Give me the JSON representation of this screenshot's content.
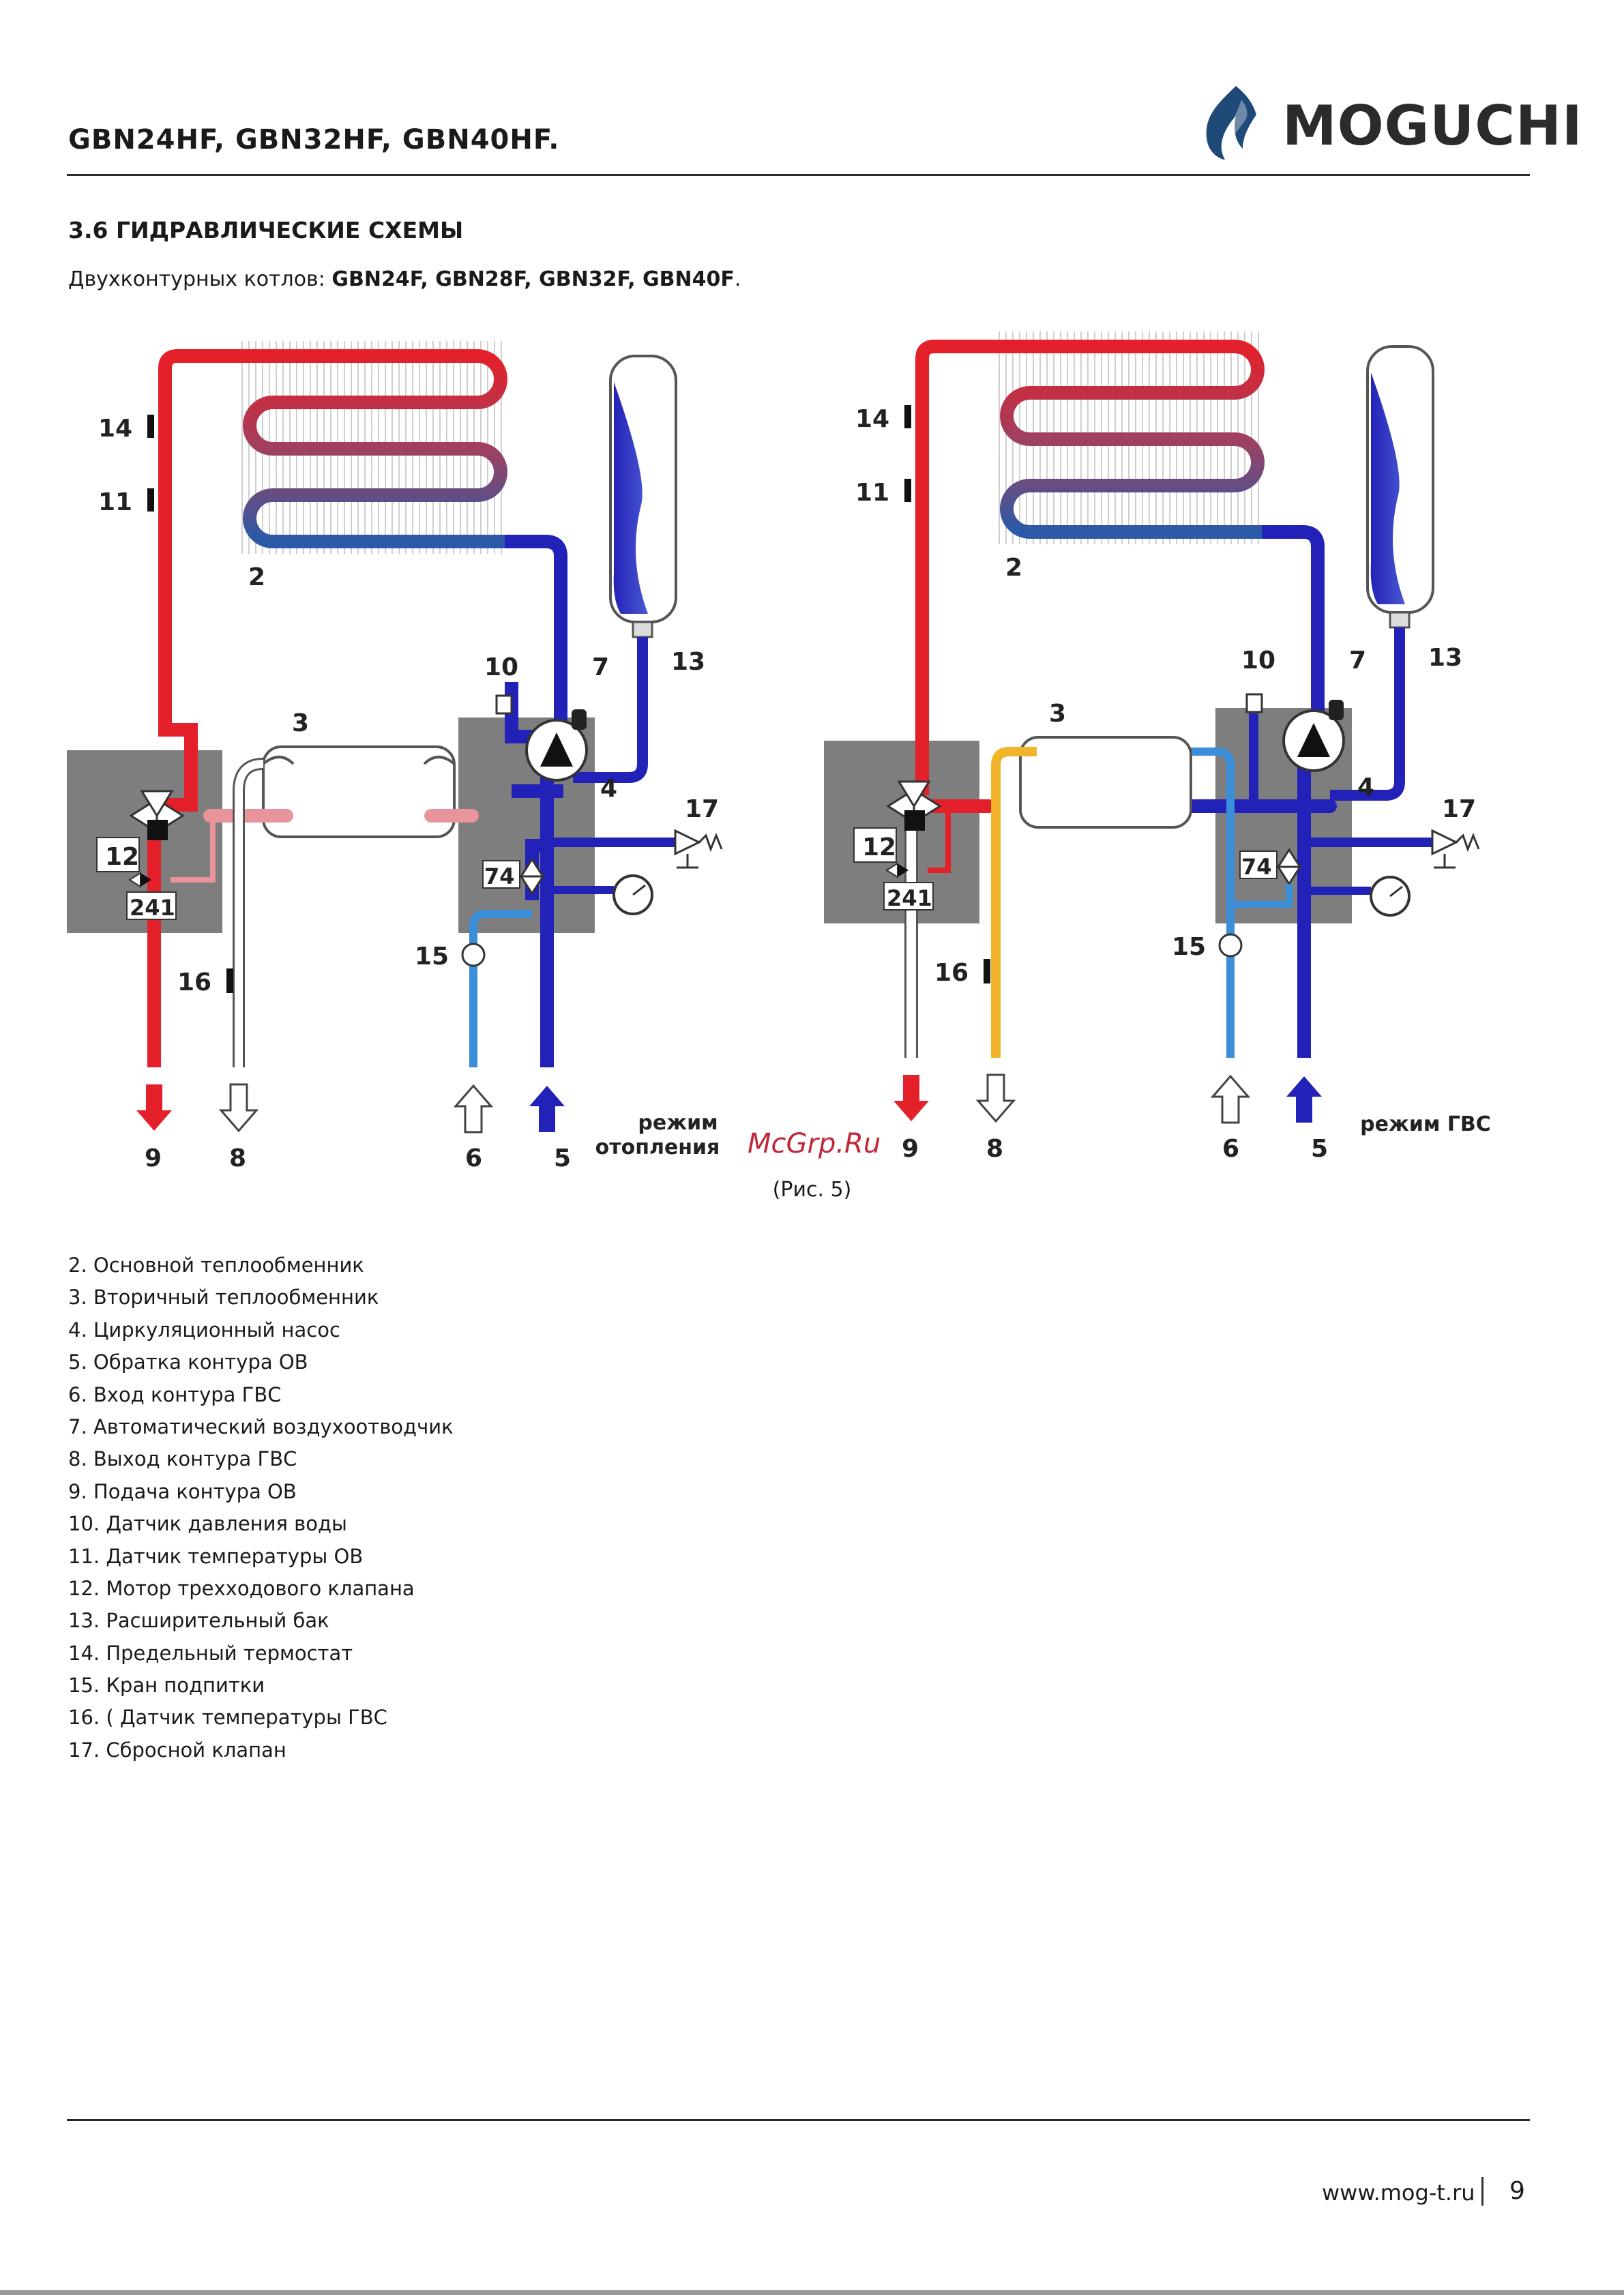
{
  "header": {
    "models": "GBN24HF, GBN32HF, GBN40HF.",
    "brand": "MOGUCHI",
    "logo_icon": "flame-logo-icon"
  },
  "section": {
    "title": "3.6 ГИДРАВЛИЧЕСКИЕ СХЕМЫ",
    "intro_prefix": "Двухконтурных котлов: ",
    "intro_models": "GBN24F, GBN28F, GBN32F, GBN40F",
    "intro_suffix": "."
  },
  "figure": {
    "left": {
      "mode_line1": "режим",
      "mode_line2": "отопления",
      "labels": {
        "n14": "14",
        "n11": "11",
        "n2": "2",
        "n10": "10",
        "n7": "7",
        "n13": "13",
        "n3": "3",
        "n4": "4",
        "n17": "17",
        "n12": "12",
        "n241": "241",
        "n74": "74",
        "n15": "15",
        "n16": "16",
        "n9": "9",
        "n8": "8",
        "n6": "6",
        "n5": "5"
      }
    },
    "right": {
      "mode": "режим ГВС",
      "labels": {
        "n14": "14",
        "n11": "11",
        "n2": "2",
        "n10": "10",
        "n7": "7",
        "n13": "13",
        "n3": "3",
        "n4": "4",
        "n17": "17",
        "n12": "12",
        "n241": "241",
        "n74": "74",
        "n15": "15",
        "n16": "16",
        "n9": "9",
        "n8": "8",
        "n6": "6",
        "n5": "5"
      }
    },
    "watermark": "McGrp.Ru",
    "caption": "(Рис. 5)",
    "colors": {
      "supply": "#e4202a",
      "return": "#2322b8",
      "cold_water": "#3a8fd8",
      "hot_water": "#f2b52a",
      "pink": "#e8949a",
      "housing": "#7e7e7e"
    }
  },
  "legend": [
    "2.  Основной теплообменник",
    "3.  Вторичный теплообменник",
    "4.  Циркуляционный насос",
    "5.  Обратка контура ОВ",
    "6.  Вход контура ГВС",
    "7.  Автоматический воздухоотводчик",
    "8.  Выход контура ГВС",
    "9.  Подача контура ОВ",
    "10.  Датчик давления воды",
    "11.  Датчик температуры ОВ",
    "12. Мотор трехходового клапана",
    "13.  Расширительный бак",
    "14.  Предельный термостат",
    "15.  Кран подпитки",
    "16. ( Датчик температуры ГВС",
    "17.  Сбросной клапан"
  ],
  "footer": {
    "url": "www.mog-t.ru",
    "page": "9"
  }
}
